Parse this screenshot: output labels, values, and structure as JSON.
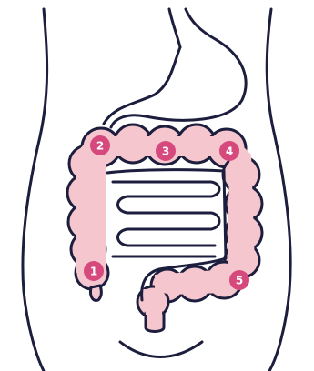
{
  "colors": {
    "outline": "#1d1e3d",
    "colon_fill": "#f5c6cd",
    "marker_fill": "#d6497c",
    "marker_text": "#ffffff",
    "background": "#ffffff"
  },
  "markers": [
    {
      "label": "1"
    },
    {
      "label": "2"
    },
    {
      "label": "3"
    },
    {
      "label": "4"
    },
    {
      "label": "5"
    }
  ]
}
